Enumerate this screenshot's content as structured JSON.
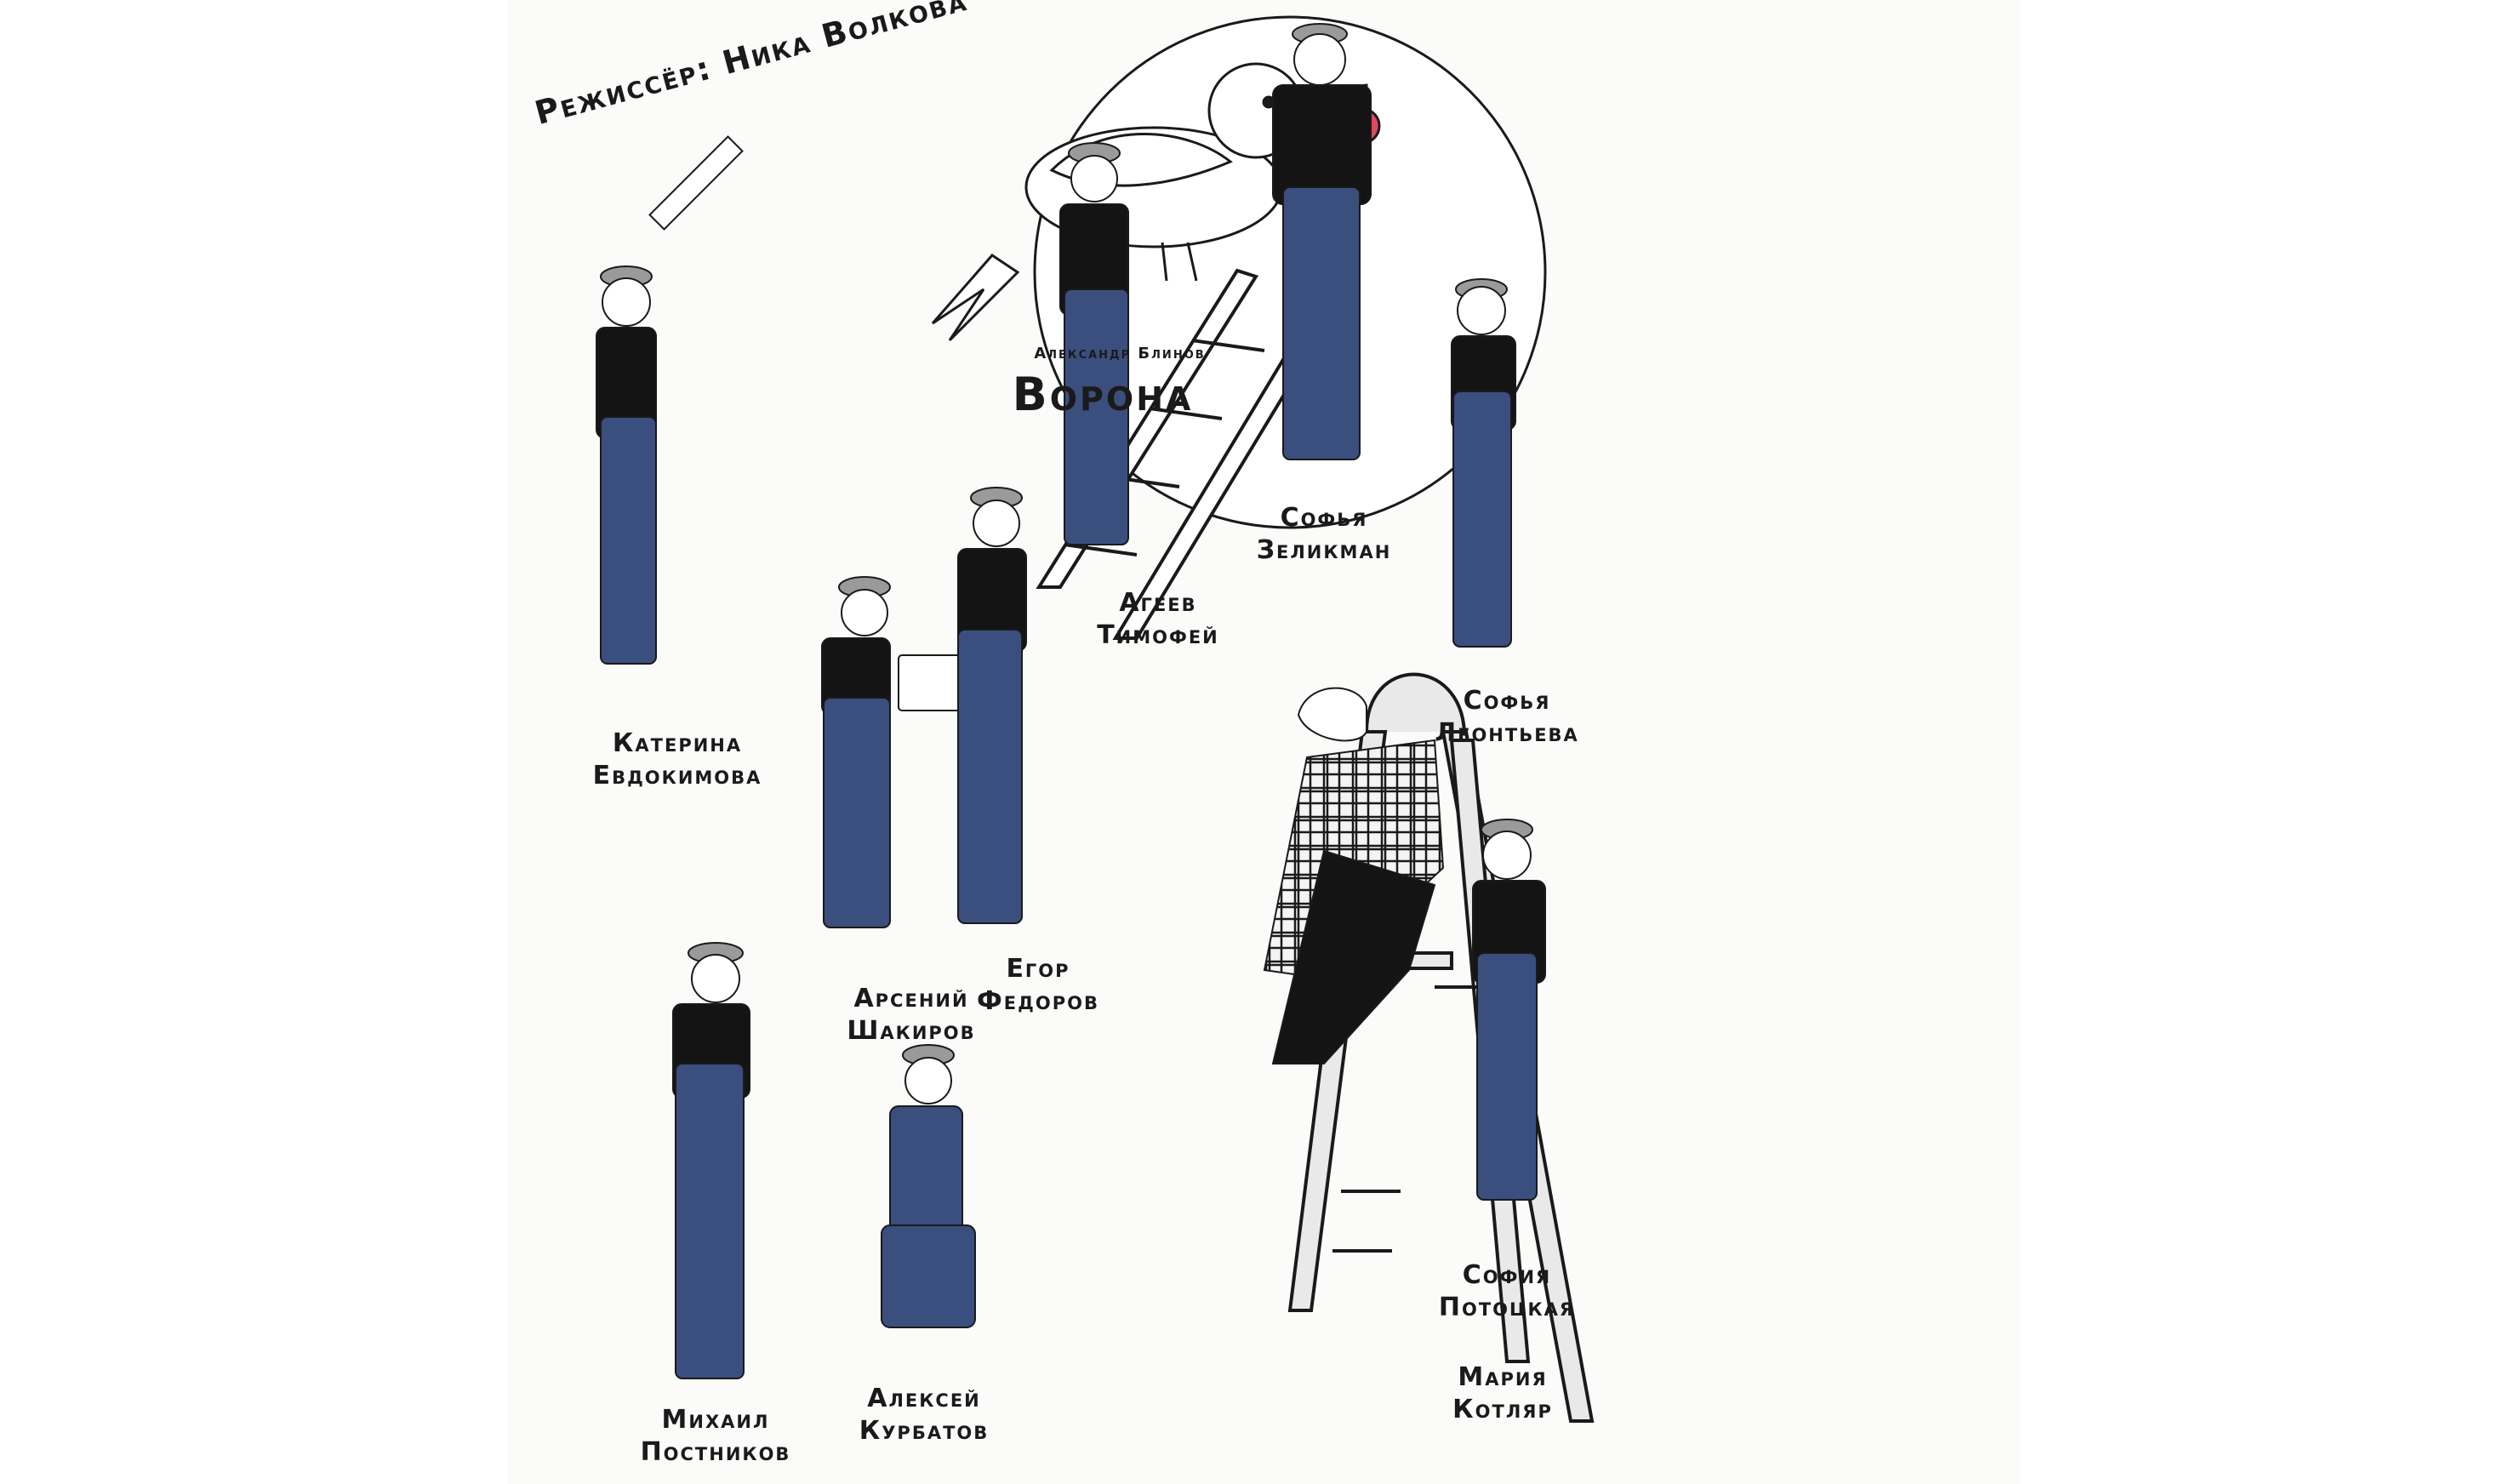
{
  "poster": {
    "director": "Режиссёр: Ника Волкова",
    "author": "Александр Блинов",
    "title": "Ворона"
  },
  "cast": [
    {
      "first": "Катерина",
      "last": "Евдокимова"
    },
    {
      "first": "Арсений",
      "last": "Шакиров"
    },
    {
      "first": "Егор",
      "last": "Федоров"
    },
    {
      "first": "Агеев",
      "last": "Тимофей"
    },
    {
      "first": "Софья",
      "last": "Зеликман"
    },
    {
      "first": "Софья",
      "last": "Леонтьева"
    },
    {
      "first": "Михаил",
      "last": "Постников"
    },
    {
      "first": "Алексей",
      "last": "Курбатов"
    },
    {
      "first": "Мария",
      "last": "Котляр"
    },
    {
      "first": "София",
      "last": "Потоцкая"
    }
  ],
  "colors": {
    "overalls": "#3a4f7e",
    "shirt": "#141414",
    "cap": "#9a9a9a",
    "berry": "#e0485e",
    "ink": "#1a1a1a"
  }
}
